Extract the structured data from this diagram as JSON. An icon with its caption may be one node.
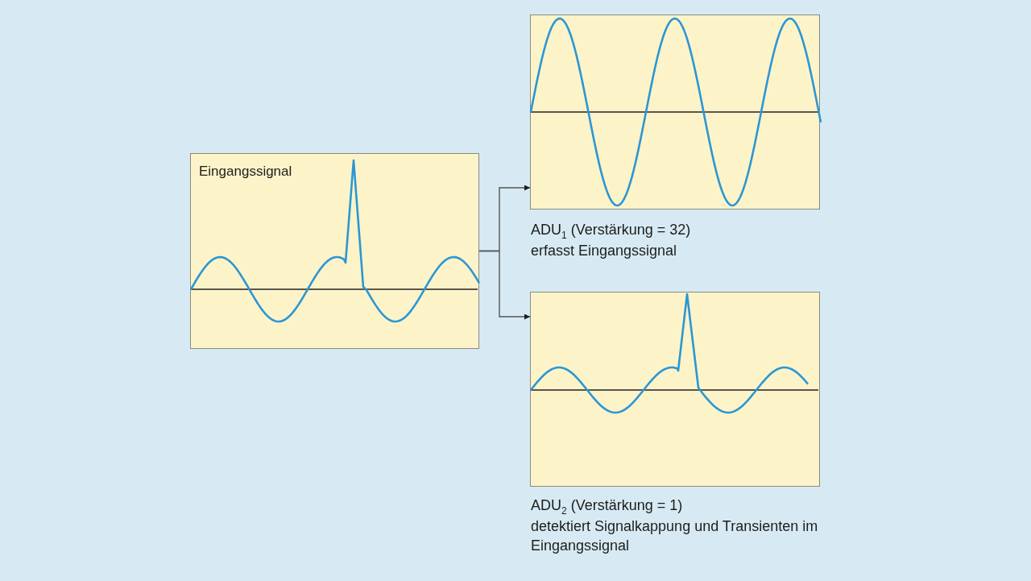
{
  "diagram": {
    "nodes": [
      {
        "text": [
          "Eingangssignal"
        ]
      },
      {
        "text": [],
        "shape": "box",
        "beside": [
          "ADU$_{1}$ (Verstärkung = 32)",
          "erfasst Eingangssignal"
        ]
      },
      {
        "text": [],
        "shape": "box",
        "beside": [
          "ADU$_{2}$ (Verstärkung = 1)",
          "detektiert Signalkappung und Transienten im Eingangssignal"
        ]
      }
    ],
    "edges": [
      {
        "from": 0,
        "to": 1,
        "arrow": "to"
      },
      {
        "from": 0,
        "to": 2,
        "arrow": "to"
      }
    ]
  }
}
